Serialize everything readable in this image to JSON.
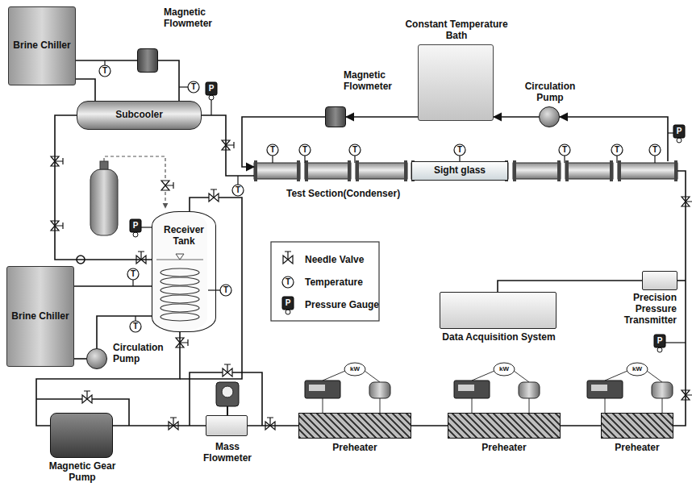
{
  "diagram": {
    "nodes": [
      {
        "text": [
          "Brine Chiller"
        ]
      },
      {
        "text": [
          "Magnetic Flowmeter"
        ]
      },
      {
        "text": [
          "Constant Temperature Bath"
        ]
      },
      {
        "text": [
          "Magnetic Flowmeter"
        ]
      },
      {
        "text": [
          "Circulation Pump"
        ]
      },
      {
        "text": [
          "Subcooler"
        ]
      },
      {
        "text": [
          "Test Section(Condenser)"
        ]
      },
      {
        "text": [
          "Sight glass"
        ],
        "in": 6
      },
      {
        "text": [
          "Receiver Tank"
        ]
      },
      {
        "text": [
          "Brine Chiller"
        ]
      },
      {
        "text": [
          "Circulation Pump"
        ]
      },
      {
        "text": [
          "Precision Pressure Transmitter"
        ]
      },
      {
        "text": [
          "Data Acquisition System"
        ]
      },
      {
        "text": [
          "Magnetic Gear Pump"
        ]
      },
      {
        "text": [
          "Mass Flowmeter"
        ]
      },
      {
        "text": [
          "Preheater"
        ]
      },
      {
        "text": [
          "Preheater"
        ]
      },
      {
        "text": [
          "Preheater"
        ]
      }
    ],
    "edges": [
      {
        "from": 0,
        "to": 1,
        "arrow": "none"
      },
      {
        "from": 1,
        "to": 5,
        "arrow": "none"
      },
      {
        "from": 5,
        "to": 0,
        "arrow": "none"
      },
      {
        "from": 6,
        "to": 4,
        "arrow": "to"
      },
      {
        "from": 4,
        "to": 2,
        "arrow": "to"
      },
      {
        "from": 2,
        "to": 3,
        "arrow": "to"
      },
      {
        "from": 3,
        "to": 6,
        "arrow": "to"
      },
      {
        "from": 6,
        "to": 5,
        "arrow": "none"
      },
      {
        "from": 5,
        "to": 8,
        "arrow": "none"
      },
      {
        "from": 8,
        "to": 13,
        "arrow": "none"
      },
      {
        "from": 13,
        "to": 14,
        "arrow": "none"
      },
      {
        "from": 14,
        "to": 15,
        "arrow": "none"
      },
      {
        "from": 15,
        "to": 16,
        "arrow": "none"
      },
      {
        "from": 16,
        "to": 17,
        "arrow": "none"
      },
      {
        "from": 17,
        "to": 6,
        "arrow": "none"
      },
      {
        "from": 9,
        "to": 8,
        "arrow": "none"
      },
      {
        "from": 9,
        "to": 10,
        "arrow": "none"
      },
      {
        "from": 10,
        "to": 8,
        "arrow": "none"
      },
      {
        "from": 11,
        "to": 12,
        "arrow": "none"
      }
    ],
    "labels": [
      "T",
      "T",
      "T",
      "T",
      "T",
      "T",
      "T",
      "T",
      "T",
      "T",
      "T",
      "T",
      "T",
      "P",
      "P",
      "P",
      "P",
      "kW",
      "kW",
      "kW",
      "T",
      "P"
    ],
    "legend": [
      {
        "text": "Needle Valve"
      },
      {
        "text": "Temperature"
      },
      {
        "text": "Pressure Gauge"
      }
    ]
  }
}
